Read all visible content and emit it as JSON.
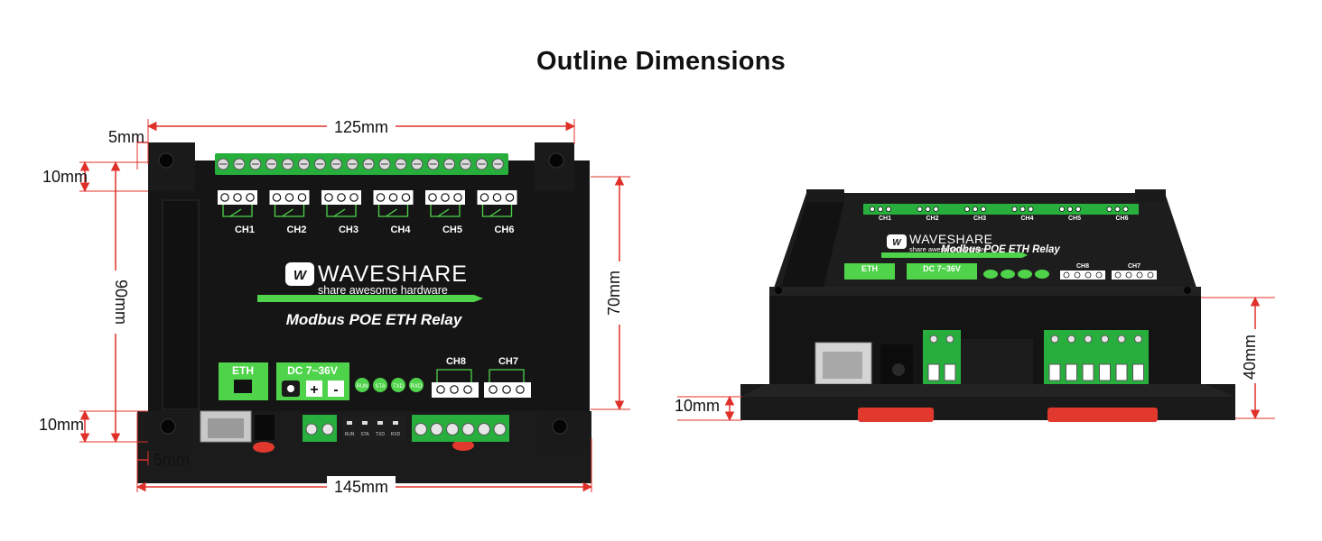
{
  "title": "Outline Dimensions",
  "dimensions": {
    "top_width": "125mm",
    "bottom_width": "145mm",
    "height": "90mm",
    "inner_height": "70mm",
    "top_margin": "10mm",
    "bottom_margin": "10mm",
    "left_offset_top": "5mm",
    "left_offset_bottom": "5mm",
    "side_base": "10mm",
    "side_height": "40mm"
  },
  "device": {
    "brand": "WAVESHARE",
    "tagline": "share awesome hardware",
    "model": "Modbus POE ETH Relay",
    "eth_label": "ETH",
    "power_label": "DC 7~36V",
    "plus": "+",
    "minus": "-",
    "channels_top": [
      "CH1",
      "CH2",
      "CH3",
      "CH4",
      "CH5",
      "CH6"
    ],
    "channels_bottom": [
      "CH8",
      "CH7"
    ],
    "leds": [
      "RUN",
      "STA",
      "TXD",
      "RXD"
    ]
  },
  "colors": {
    "dimension_line": "#e0302a",
    "enclosure": "#161616",
    "terminal_green": "#27ae3c",
    "label_green": "#4fd34a",
    "din_clip": "#e2392f"
  }
}
